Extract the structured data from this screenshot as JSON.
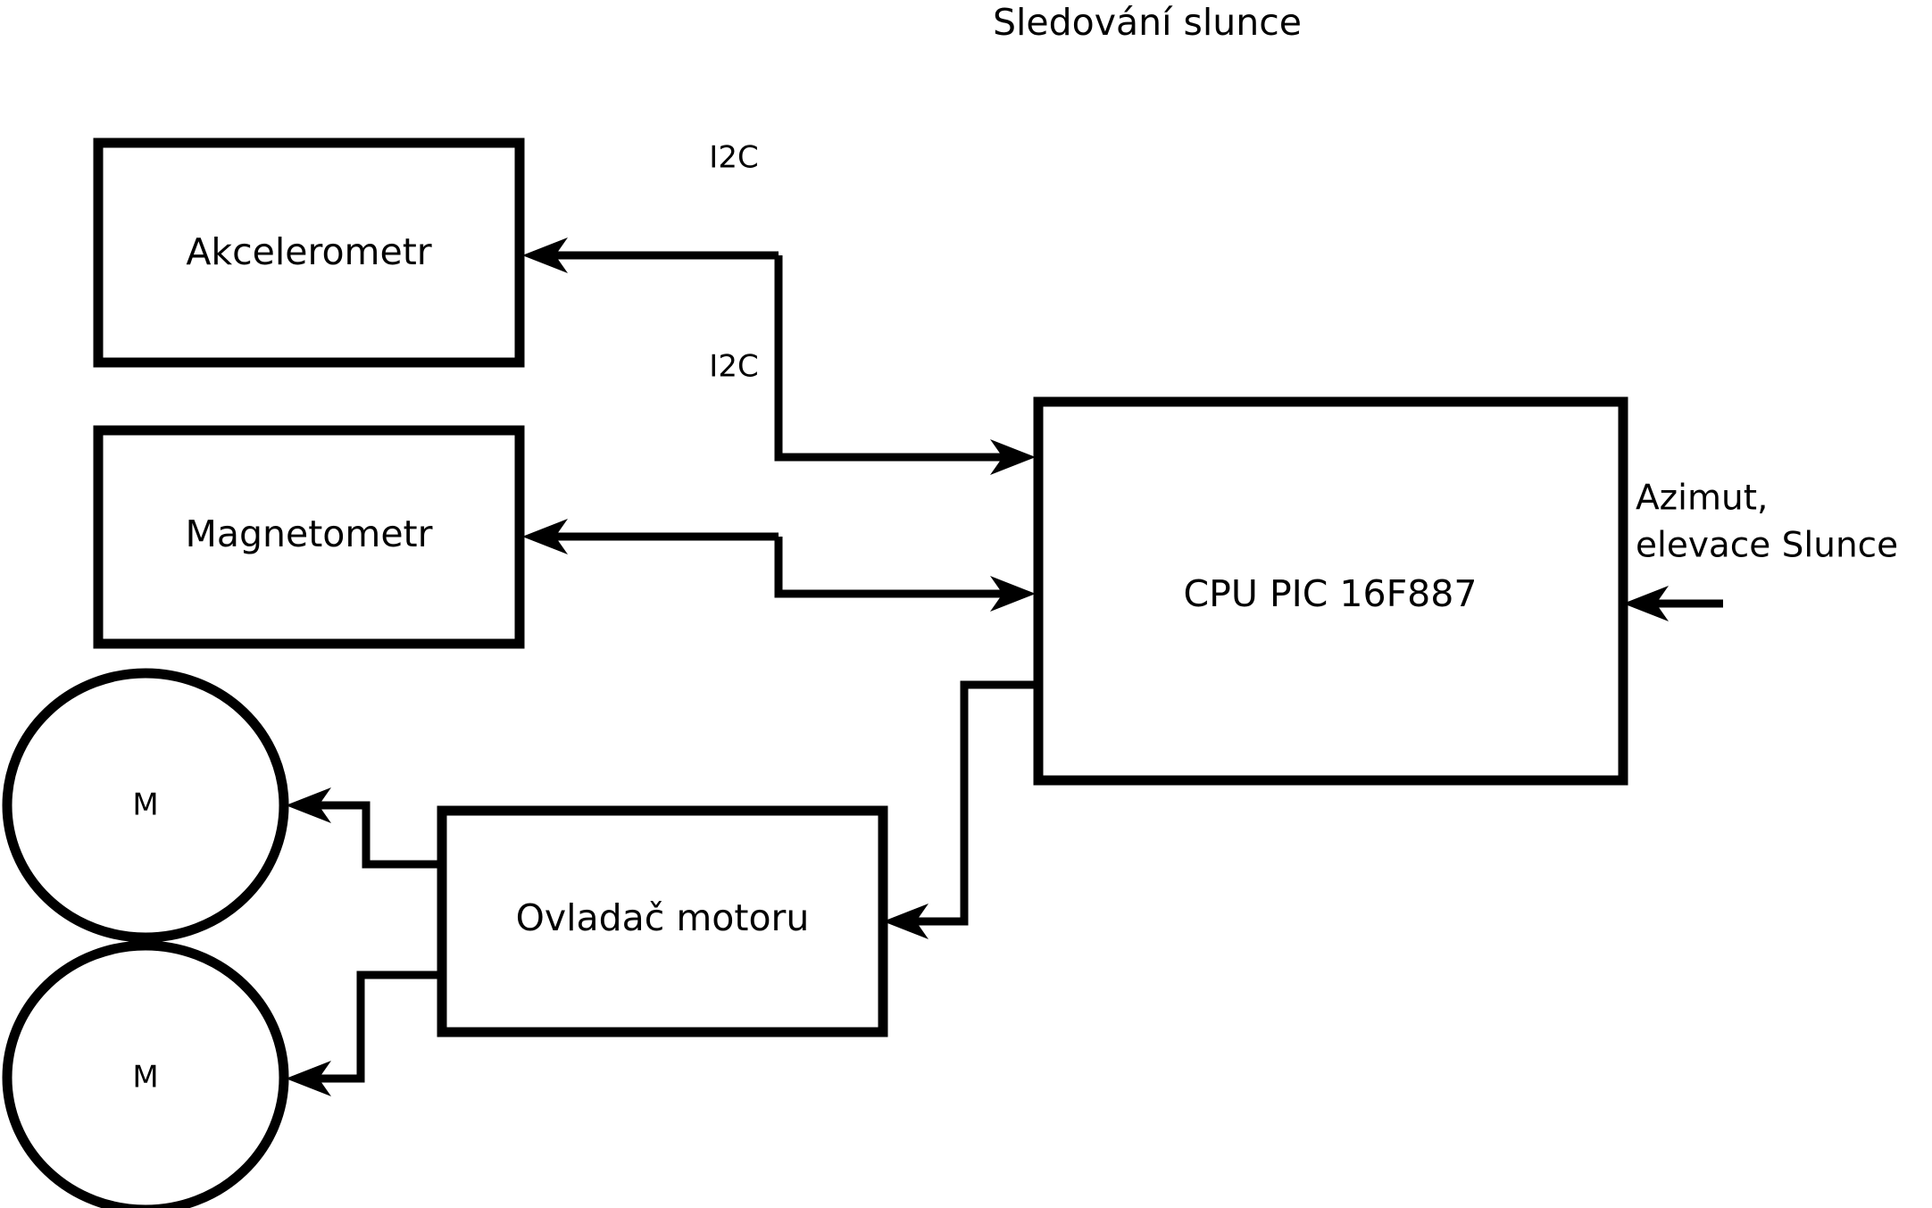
{
  "diagram": {
    "title": "Sledování slunce",
    "nodes": {
      "accelerometer": {
        "label": "Akcelerometr",
        "shape": "rectangle"
      },
      "magnetometer": {
        "label": "Magnetometr",
        "shape": "rectangle"
      },
      "cpu": {
        "label": "CPU PIC 16F887",
        "shape": "rectangle"
      },
      "motor_driver": {
        "label": "Ovladač motoru",
        "shape": "rectangle"
      },
      "motor_top": {
        "label": "M",
        "shape": "circle"
      },
      "motor_bottom": {
        "label": "M",
        "shape": "circle"
      }
    },
    "edge_labels": {
      "i2c_accelerometer": "I2C",
      "i2c_magnetometer": "I2C"
    },
    "annotations": {
      "sun_input_line1": "Azimut,",
      "sun_input_line2": "elevace Slunce"
    },
    "colors": {
      "stroke": "#000000",
      "fill": "#ffffff",
      "background": "#ffffff"
    }
  }
}
